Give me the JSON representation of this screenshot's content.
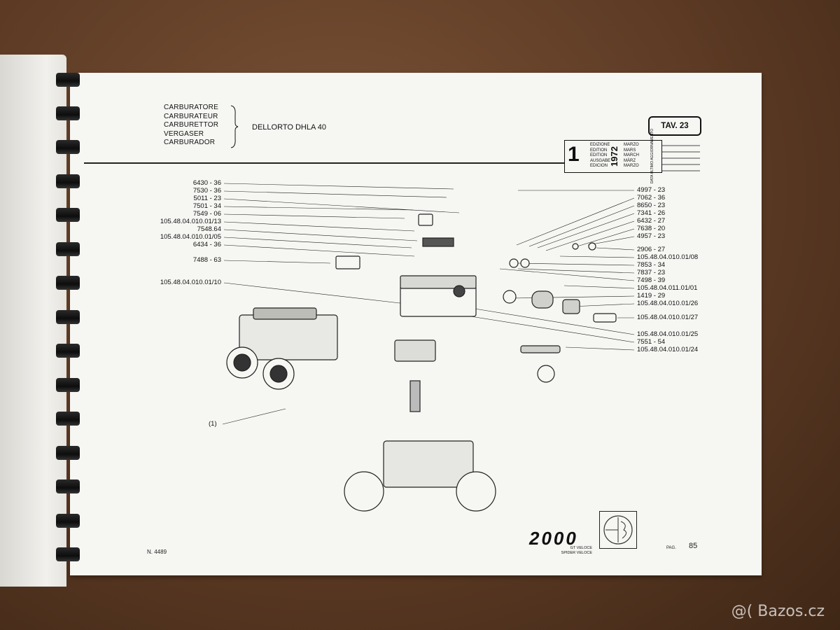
{
  "header": {
    "names": [
      "CARBURATORE",
      "CARBURATEUR",
      "CARBURETTOR",
      "VERGASER",
      "CARBURADOR"
    ],
    "model": "DELLORTO DHLA 40",
    "table": "TAV. 23"
  },
  "edition": {
    "number": "1",
    "year": "1972",
    "labels": [
      "EDIZIONE",
      "EDITION",
      "EDITION",
      "AUSGABE",
      "EDICION"
    ],
    "months": [
      "MARZO",
      "MARS",
      "MARCH",
      "MÄRZ",
      "MARZO"
    ],
    "update_label": "DATA ULTIMO AGGIORNAMENTO"
  },
  "left_labels": [
    "6430 - 36",
    "7530 - 36",
    "5011 - 23",
    "7501 - 34",
    "7549 - 06",
    "105.48.04.010.01/13",
    "7548.64",
    "105.48.04.010.01/05",
    "6434 - 36",
    "7488 - 63",
    "105.48.04.010.01/10"
  ],
  "right_labels": [
    "4997 - 23",
    "7062 - 36",
    "8650 - 23",
    "7341 - 26",
    "6432 - 27",
    "7638 - 20",
    "4957 - 23",
    "2906 - 27",
    "105.48.04.010.01/08",
    "7853 - 34",
    "7837 - 23",
    "7498 - 39",
    "105.48.04.011.01/01",
    "1419 - 29",
    "105.48.04.010.01/26",
    "105.48.04.010.01/27",
    "105.48.04.010.01/25",
    "7551 - 54",
    "105.48.04.010.01/24"
  ],
  "ref_label": "(1)",
  "footer": {
    "doc_number": "N.  4489",
    "brand": "2000",
    "sub1": "GT VELOCE",
    "sub2": "SPIDER VELOCE",
    "page_prefix": "PAG.",
    "page_number": "85"
  },
  "watermark": "@( Bazos.cz"
}
